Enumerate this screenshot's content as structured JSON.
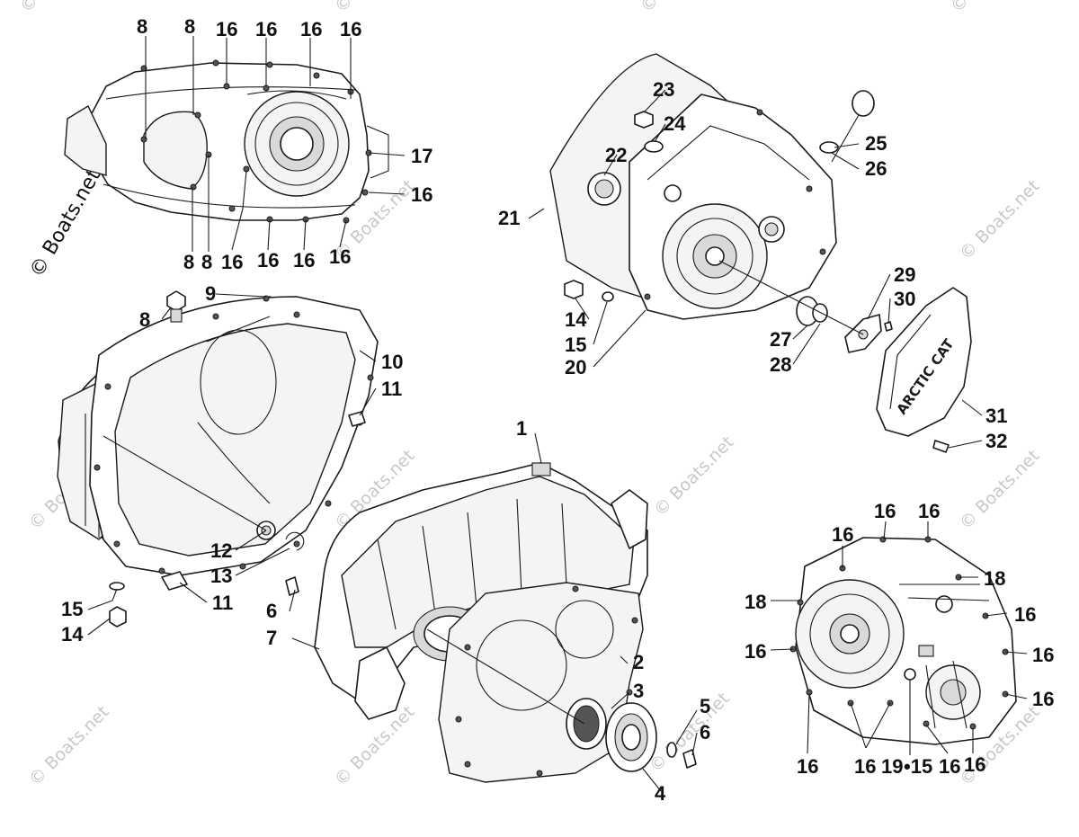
{
  "watermark": "© Boats.net",
  "brand_text": "ARCTIC CAT",
  "callouts": {
    "c1": "1",
    "c2": "2",
    "c3": "3",
    "c4": "4",
    "c5": "5",
    "c6": "6",
    "c6b": "6",
    "c7": "7",
    "c8a": "8",
    "c8b": "8",
    "c8c": "8",
    "c8d": "8",
    "c8e": "8",
    "c9": "9",
    "c10": "10",
    "c11a": "11",
    "c11b": "11",
    "c12": "12",
    "c13": "13",
    "c14a": "14",
    "c14b": "14",
    "c15a": "15",
    "c15b": "15",
    "c15c": "•15",
    "c16a": "16",
    "c16b": "16",
    "c16c": "16",
    "c16d": "16",
    "c16e": "16",
    "c16f": "16",
    "c16g": "16",
    "c16h": "16",
    "c16i": "16",
    "c16j": "16",
    "c16k": "16",
    "c16l": "16",
    "c16m": "16",
    "c16n": "16",
    "c16o": "16",
    "c16p": "16",
    "c16q": "16",
    "c16r": "16",
    "c16s": "16",
    "c16t": "16",
    "c17": "17",
    "c18a": "18",
    "c18b": "18",
    "c19": "19",
    "c20": "20",
    "c21": "21",
    "c22": "22",
    "c23": "23",
    "c24": "24",
    "c25": "25",
    "c26": "26",
    "c27": "27",
    "c28": "28",
    "c29": "29",
    "c30": "30",
    "c31": "31",
    "c32": "32"
  }
}
